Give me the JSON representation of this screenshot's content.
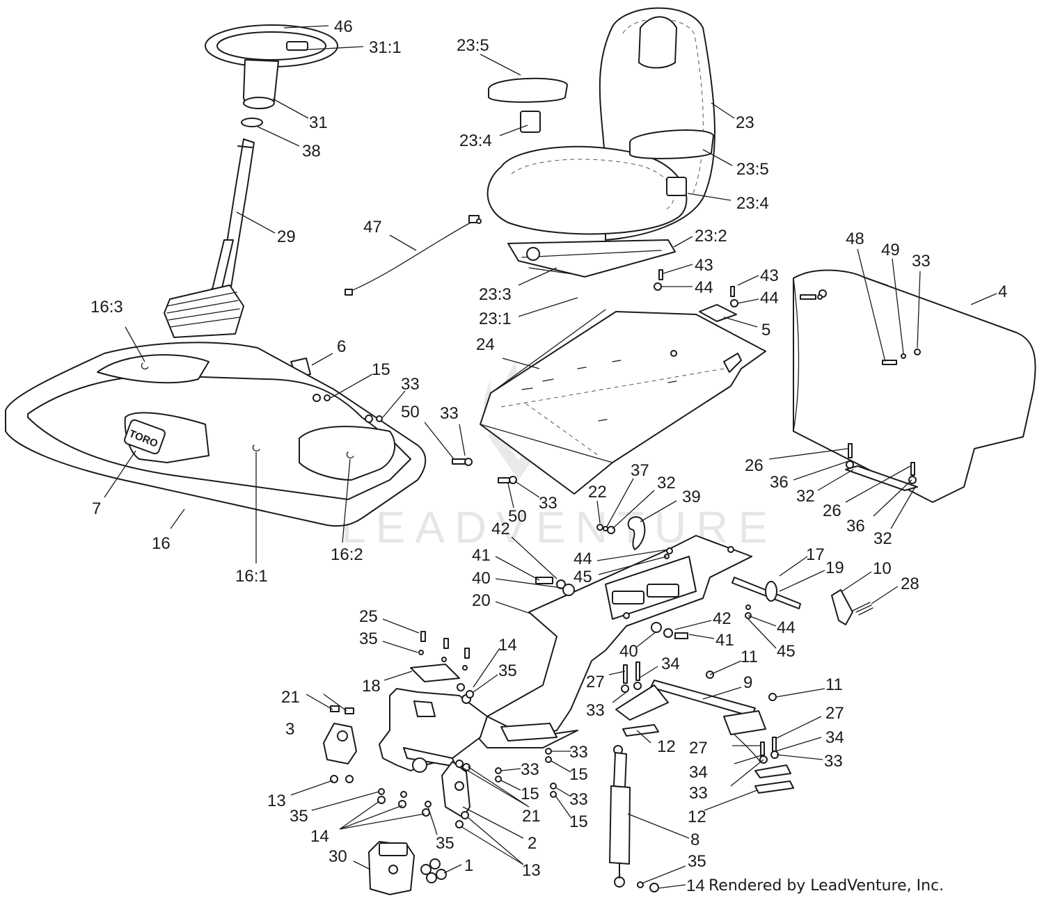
{
  "diagram": {
    "brand_logo": "TORO",
    "watermark": "LEADVENTURE",
    "credit": "Rendered by LeadVenture, Inc."
  },
  "callouts": {
    "c46": "46",
    "c31_1": "31:1",
    "c31": "31",
    "c38": "38",
    "c29": "29",
    "c23_5a": "23:5",
    "c23": "23",
    "c23_4a": "23:4",
    "c23_5b": "23:5",
    "c23_4b": "23:4",
    "c23_2": "23:2",
    "c43a": "43",
    "c44a": "44",
    "c43b": "43",
    "c44b": "44",
    "c47": "47",
    "c23_3": "23:3",
    "c23_1": "23:1",
    "c5": "5",
    "c24": "24",
    "c48": "48",
    "c49": "49",
    "c33a": "33",
    "c4": "4",
    "c16_3": "16:3",
    "c6": "6",
    "c15a": "15",
    "c33b": "33",
    "c50a": "50",
    "c33c": "33",
    "c7": "7",
    "c16": "16",
    "c16_1": "16:1",
    "c16_2": "16:2",
    "c50b": "50",
    "c33d": "33",
    "c22": "22",
    "c37": "37",
    "c32a": "32",
    "c39": "39",
    "c26a": "26",
    "c36a": "36",
    "c32b": "32",
    "c26b": "26",
    "c36b": "36",
    "c32c": "32",
    "c42a": "42",
    "c41a": "41",
    "c40a": "40",
    "c44c": "44",
    "c45a": "45",
    "c17": "17",
    "c19": "19",
    "c10": "10",
    "c28": "28",
    "c20": "20",
    "c25": "25",
    "c35a": "35",
    "c14a": "14",
    "c35b": "35",
    "c18": "18",
    "c42b": "42",
    "c41b": "41",
    "c44d": "44",
    "c45b": "45",
    "c40b": "40",
    "c11a": "11",
    "c34a": "34",
    "c27a": "27",
    "c9": "9",
    "c11b": "11",
    "c33e": "33",
    "c21a": "21",
    "c3": "3",
    "c12a": "12",
    "c27b": "27",
    "c27c": "27",
    "c34b": "34",
    "c33f": "33",
    "c33g": "33",
    "c15b": "15",
    "c15c": "15",
    "c33h": "33",
    "c15d": "15",
    "c34c": "34",
    "c33i": "33",
    "c33j": "33",
    "c13a": "13",
    "c35c": "35",
    "c21b": "21",
    "c12b": "12",
    "c14b": "14",
    "c35d": "35",
    "c2": "2",
    "c8": "8",
    "c30": "30",
    "c1": "1",
    "c13b": "13",
    "c35e": "35",
    "c14c": "14"
  }
}
